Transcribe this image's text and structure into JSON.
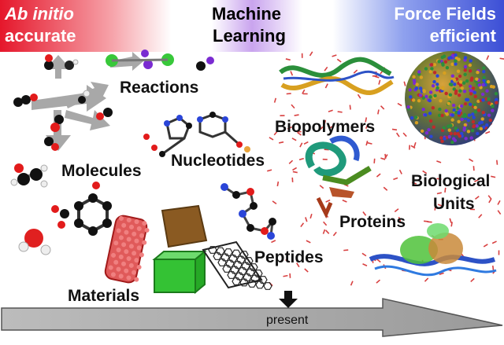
{
  "banner": {
    "ab_initio_line1": "Ab initio",
    "ab_initio_line2": "accurate",
    "ml_line1": "Machine",
    "ml_line2": "Learning",
    "ff_line1": "Force Fields",
    "ff_line2": "efficient"
  },
  "labels": {
    "reactions": "Reactions",
    "molecules": "Molecules",
    "nucleotides": "Nucleotides",
    "biopolymers": "Biopolymers",
    "biological_line1": "Biological",
    "biological_line2": "Units",
    "proteins": "Proteins",
    "peptides": "Peptides",
    "materials": "Materials"
  },
  "timeline": {
    "marker_label": "present"
  },
  "colors": {
    "ab_initio": "#e5172b",
    "machine_learning": "#b07fe6",
    "force_fields": "#3c4fd6",
    "arrow_fill": "#8a8a8a"
  }
}
